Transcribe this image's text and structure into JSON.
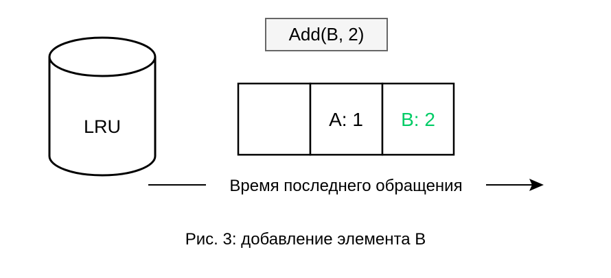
{
  "storage": {
    "label": "LRU"
  },
  "operation": {
    "label": "Add(B, 2)"
  },
  "cache": {
    "slots": [
      {
        "text": "",
        "color": "#000000"
      },
      {
        "text": "A: 1",
        "color": "#000000"
      },
      {
        "text": "B: 2",
        "color": "#00cc66"
      }
    ]
  },
  "axis": {
    "label": "Время последнего обращения"
  },
  "caption": "Рис. 3: добавление элемента B"
}
